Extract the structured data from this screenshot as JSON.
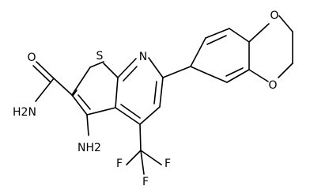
{
  "diagram": {
    "type": "chemical-structure",
    "labels": {
      "s1": "S",
      "n1": "N",
      "o1": "O",
      "o2": "O",
      "o3": "O",
      "n2": "H2N",
      "n3": "NH2",
      "f1": "F",
      "f2": "F",
      "f3": "F"
    }
  }
}
